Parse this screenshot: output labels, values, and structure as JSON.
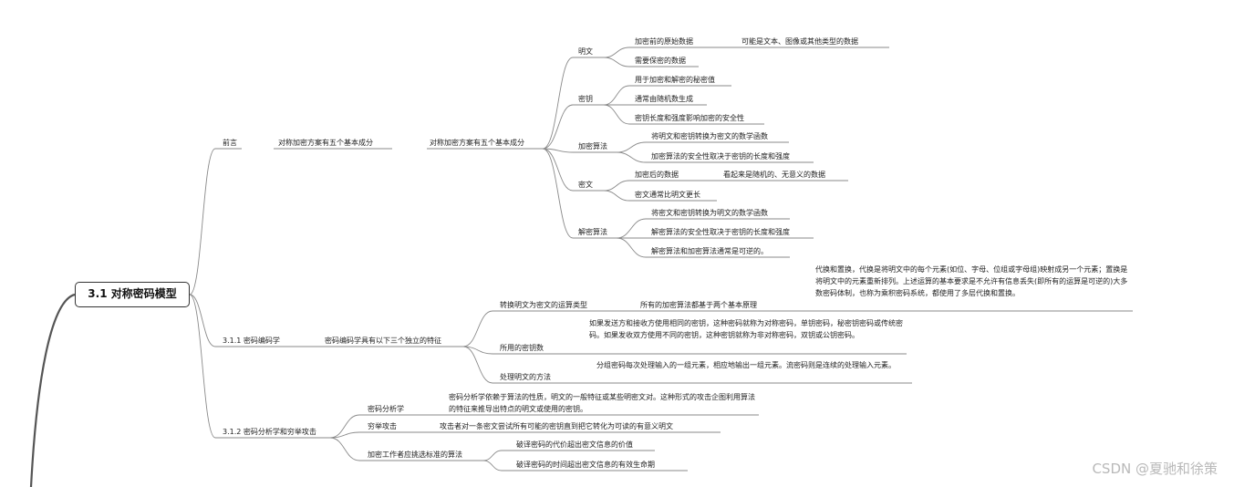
{
  "root": "3.1 对称密码模型",
  "watermark": "CSDN @夏驰和徐策",
  "preface": {
    "label": "前言",
    "sub": "对称加密方案有五个基本成分",
    "sub2": "对称加密方案有五个基本成分",
    "components": [
      {
        "label": "明文",
        "items": [
          "加密前的原始数据",
          "需要保密的数据"
        ],
        "note": "可能是文本、图像或其他类型的数据"
      },
      {
        "label": "密钥",
        "items": [
          "用于加密和解密的秘密值",
          "通常由随机数生成",
          "密钥长度和强度影响加密的安全性"
        ]
      },
      {
        "label": "加密算法",
        "items": [
          "将明文和密钥转换为密文的数学函数",
          "加密算法的安全性取决于密钥的长度和强度"
        ]
      },
      {
        "label": "密文",
        "items": [
          "加密后的数据",
          "密文通常比明文更长"
        ],
        "note": "看起来是随机的、无意义的数据"
      },
      {
        "label": "解密算法",
        "items": [
          "将密文和密钥转换为明文的数学函数",
          "解密算法的安全性取决于密钥的长度和强度",
          "解密算法和加密算法通常是可逆的。"
        ]
      }
    ]
  },
  "s311": {
    "label": "3.1.1  密码编码学",
    "sub": "密码编码学具有以下三个独立的特征",
    "features": [
      {
        "label": "转换明文为密文的运算类型",
        "text": "所有的加密算法都基于两个基本原理",
        "detail": "代换和置换，代换是将明文中的每个元素(如位、字母、位组或字母组)映射成另一个元素；置换是将明文中的元素重新排列。上述运算的基本要求是不允许有信息丢失(即所有的运算是可逆的)大多数密码体制，也称为乘积密码系统，都使用了多层代换和置换。"
      },
      {
        "label": "所用的密钥数",
        "text": "如果发送方和接收方使用相同的密钥，这种密码就称为对称密码，单钥密码，秘密钥密码或传统密码。如果发收双方使用不同的密钥，这种密钥就称为非对称密码，双钥或公钥密码。"
      },
      {
        "label": "处理明文的方法",
        "text": "分组密码每次处理输入的一组元素，相应地输出一组元素。流密码则是连续的处理输入元素。"
      }
    ]
  },
  "s312": {
    "label": "3.1.2  密码分析学和穷举攻击",
    "items": [
      {
        "label": "密码分析学",
        "text": "密码分析学依赖于算法的性质，明文的一般特征或某些明密文对。这种形式的攻击企图利用算法的特征来推导出特点的明文或使用的密钥。"
      },
      {
        "label": "穷举攻击",
        "text": "攻击者对一条密文尝试所有可能的密钥直到把它转化为可读的有意义明文"
      },
      {
        "label": "加密工作者应挑选标准的算法",
        "subs": [
          "破译密码的代价超出密文信息的价值",
          "破译密码的时间超出密文信息的有效生命期"
        ]
      }
    ]
  }
}
